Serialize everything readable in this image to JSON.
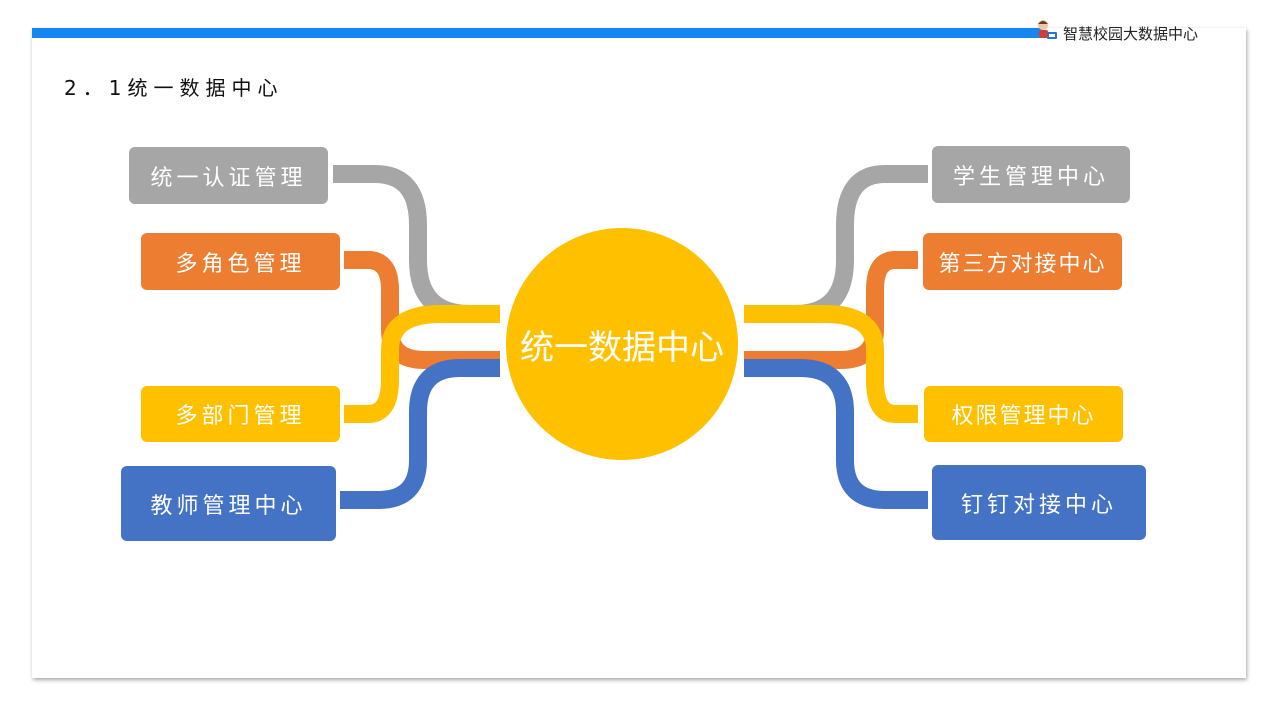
{
  "header": {
    "brand": "智慧校园大数据中心",
    "page_title": "2．1统一数据中心",
    "accent_color": "#1686f2"
  },
  "diagram": {
    "center": "统一数据中心",
    "left": [
      {
        "label": "统一认证管理",
        "color": "#a6a6a6"
      },
      {
        "label": "多角色管理",
        "color": "#ed7d31"
      },
      {
        "label": "多部门管理",
        "color": "#ffc000"
      },
      {
        "label": "教师管理中心",
        "color": "#4472c4"
      }
    ],
    "right": [
      {
        "label": "学生管理中心",
        "color": "#a6a6a6"
      },
      {
        "label": "第三方对接中心",
        "color": "#ed7d31"
      },
      {
        "label": "权限管理中心",
        "color": "#ffc000"
      },
      {
        "label": "钉钉对接中心",
        "color": "#4472c4"
      }
    ]
  }
}
